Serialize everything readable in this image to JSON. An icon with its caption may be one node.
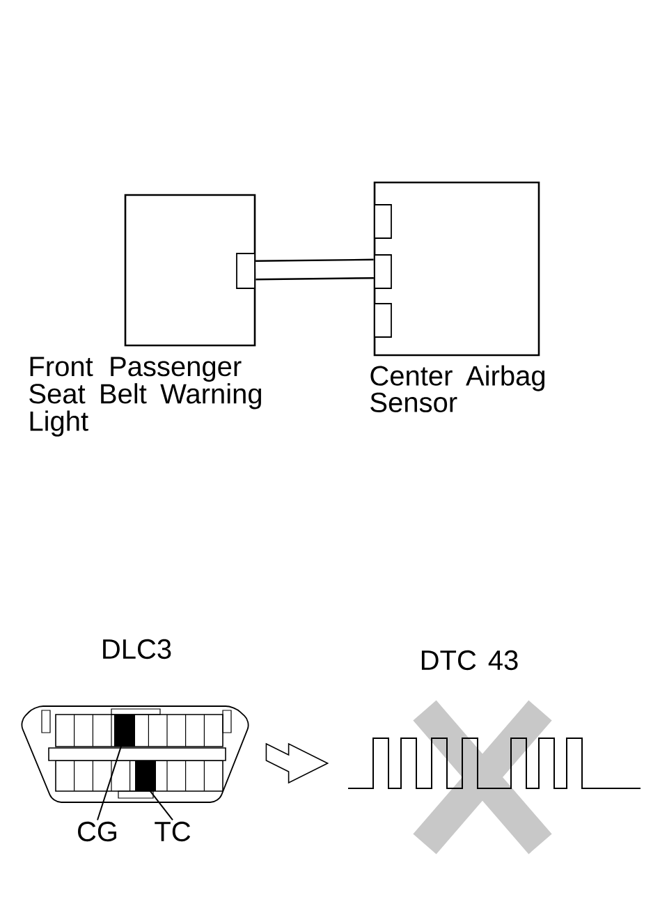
{
  "diagram": {
    "nodes": [
      {
        "text": [
          "Front Passenger Seat Belt Warning Light"
        ]
      },
      {
        "text": [
          "Center Airbag Sensor"
        ]
      },
      {
        "text": [
          "DLC3"
        ]
      },
      {
        "text": [],
        "shape": "box",
        "in": 2
      },
      {
        "text": [],
        "shape": "box",
        "in": 2
      },
      {
        "text": [
          "CG"
        ]
      },
      {
        "text": [
          "TC"
        ]
      },
      {
        "text": [
          "DTC 43"
        ]
      }
    ],
    "edges": [
      {
        "from": 0,
        "to": 1,
        "arrow": "none",
        "style": "thick"
      },
      {
        "from": 5,
        "to": 3,
        "arrow": "none"
      },
      {
        "from": 6,
        "to": 4,
        "arrow": "none"
      },
      {
        "from": 2,
        "to": 7,
        "arrow": "to"
      }
    ]
  }
}
